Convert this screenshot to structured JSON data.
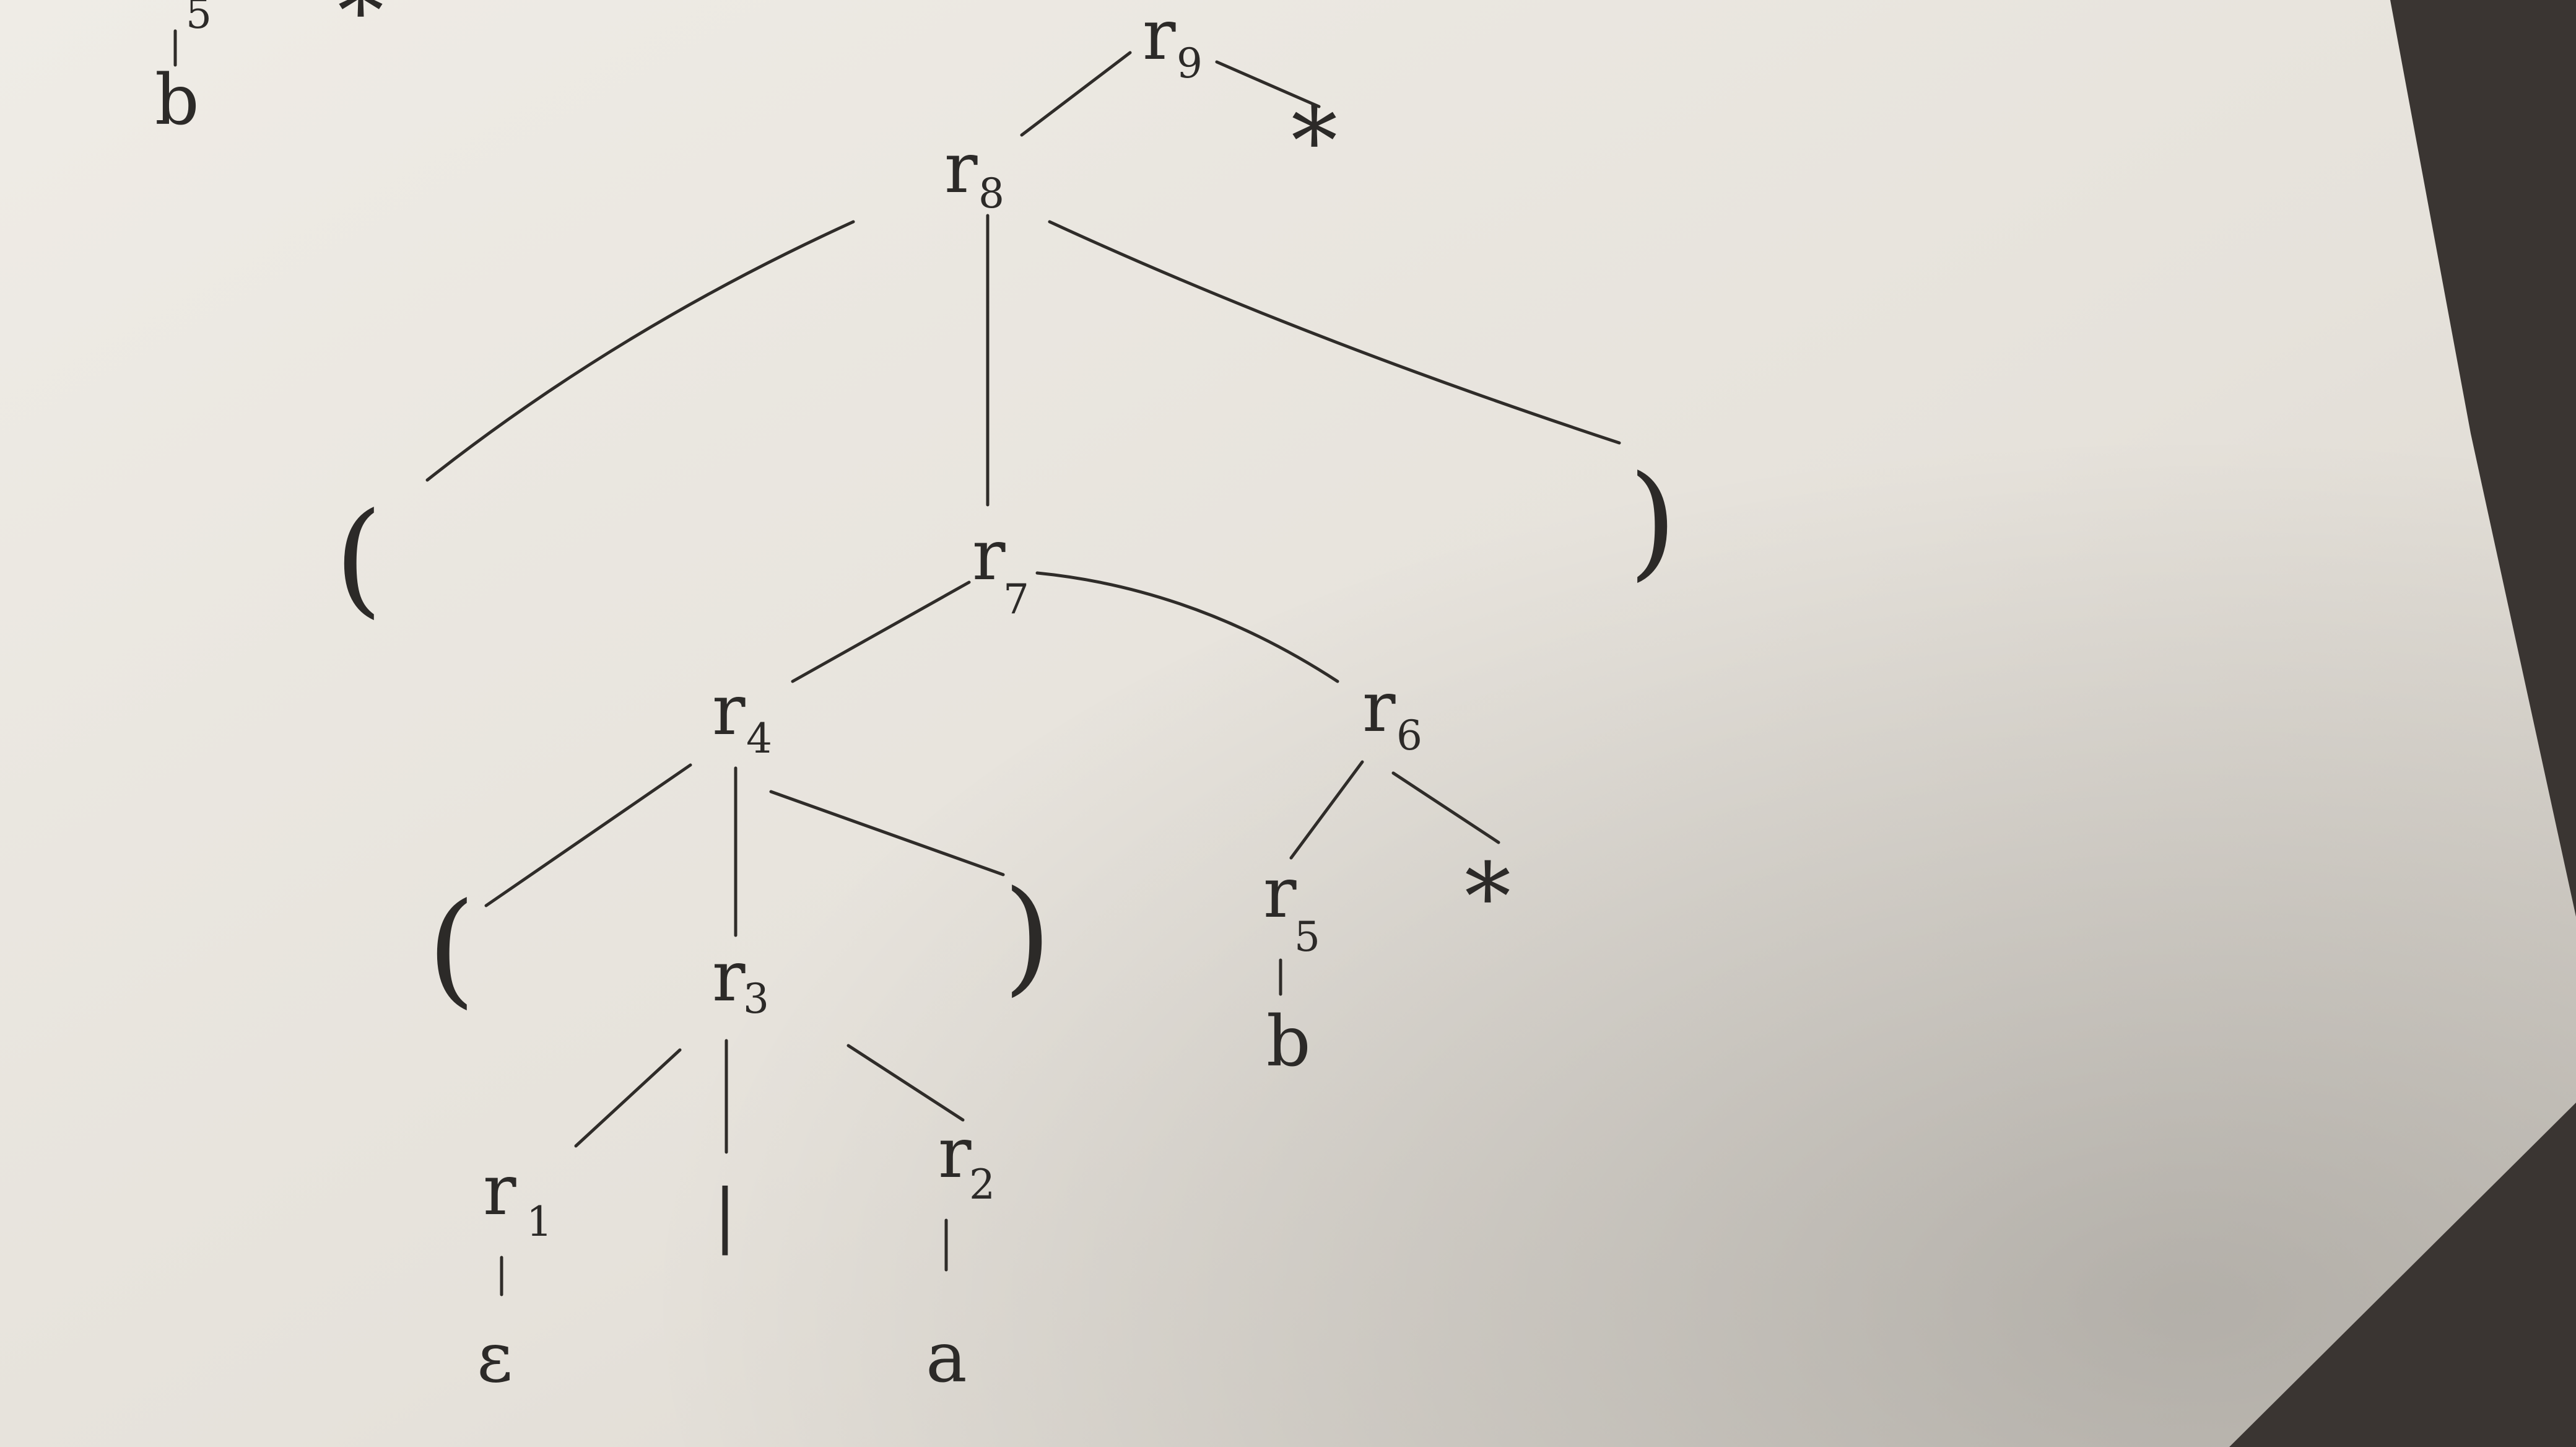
{
  "nodes": {
    "r9": {
      "label": "r",
      "sub": "9"
    },
    "r8": {
      "label": "r",
      "sub": "8"
    },
    "r7": {
      "label": "r",
      "sub": "7"
    },
    "r6": {
      "label": "r",
      "sub": "6"
    },
    "r5": {
      "label": "r",
      "sub": "5"
    },
    "r4": {
      "label": "r",
      "sub": "4"
    },
    "r3": {
      "label": "r",
      "sub": "3"
    },
    "r2": {
      "label": "r",
      "sub": "2"
    },
    "r1": {
      "label": "r",
      "sub": "1"
    }
  },
  "leaves": {
    "star_top": "*",
    "paren_open_r8": "(",
    "paren_close_r8": ")",
    "paren_open_r4": "(",
    "paren_close_r4": ")",
    "star_r6": "*",
    "b_r5": "b",
    "epsilon": "ε",
    "bar": "|",
    "a": "a"
  },
  "corner_fragment": {
    "sub": "5",
    "b": "b",
    "star": "*"
  }
}
